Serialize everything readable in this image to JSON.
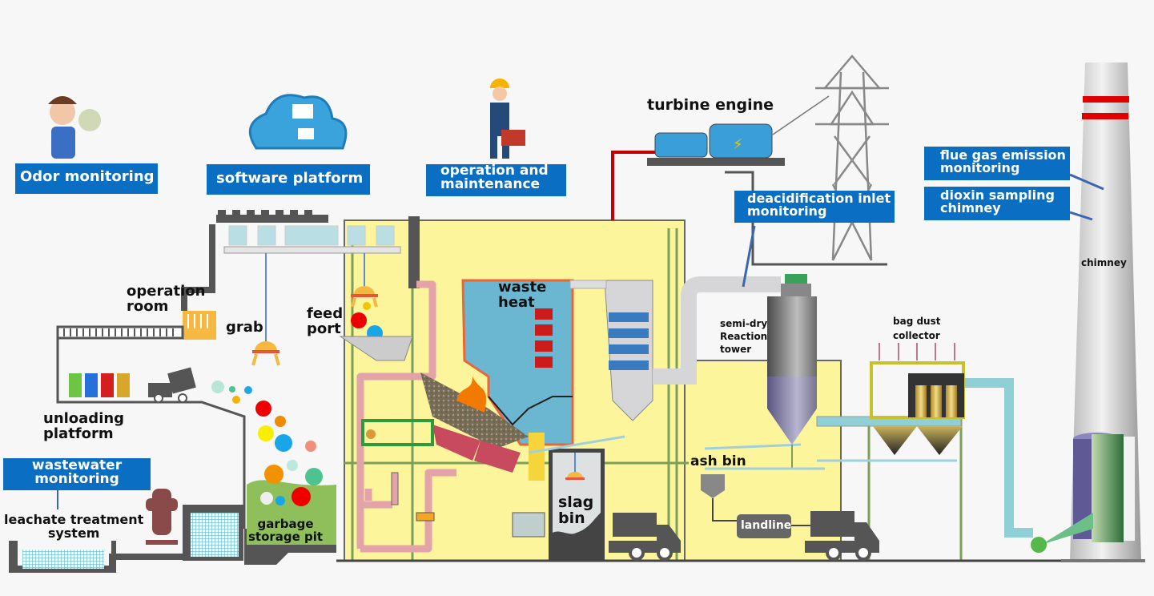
{
  "monitoring_tags": {
    "odor": "Odor monitoring",
    "software": "software platform",
    "operation_line1": "operation and",
    "operation_line2": "maintenance",
    "deacid_line1": "deacidification inlet",
    "deacid_line2": "monitoring",
    "flue_line1": "flue gas emission",
    "flue_line2": "monitoring",
    "dioxin_line1": "dioxin sampling",
    "dioxin_line2": "chimney",
    "wastewater_line1": "wastewater",
    "wastewater_line2": "monitoring"
  },
  "labels": {
    "turbine": "turbine engine",
    "operation_room_1": "operation",
    "operation_room_2": "room",
    "grab": "grab",
    "feed_1": "feed",
    "feed_2": "port",
    "unloading_1": "unloading",
    "unloading_2": "platform",
    "leachate_1": "leachate treatment",
    "leachate_2": "system",
    "garbage_1": "garbage",
    "garbage_2": "storage pit",
    "waste_1": "waste",
    "waste_2": "heat",
    "slag_1": "slag",
    "slag_2": "bin",
    "ash_bin": "ash bin",
    "landline": "landline",
    "semi_1": "semi-dry",
    "semi_2": "Reaction",
    "semi_3": "tower",
    "bag_1": "bag dust",
    "bag_2": "collector",
    "chimney": "chimney"
  },
  "colors": {
    "tag_blue": "#0a6fc2",
    "plant_yellow": "#fdf59c",
    "wall_gray": "#555555",
    "pipe_pink": "#e3a3a8",
    "boiler_blue": "#6bb7d1",
    "duct_cyan": "#8fd0d6",
    "stripe_red": "#e00000"
  }
}
